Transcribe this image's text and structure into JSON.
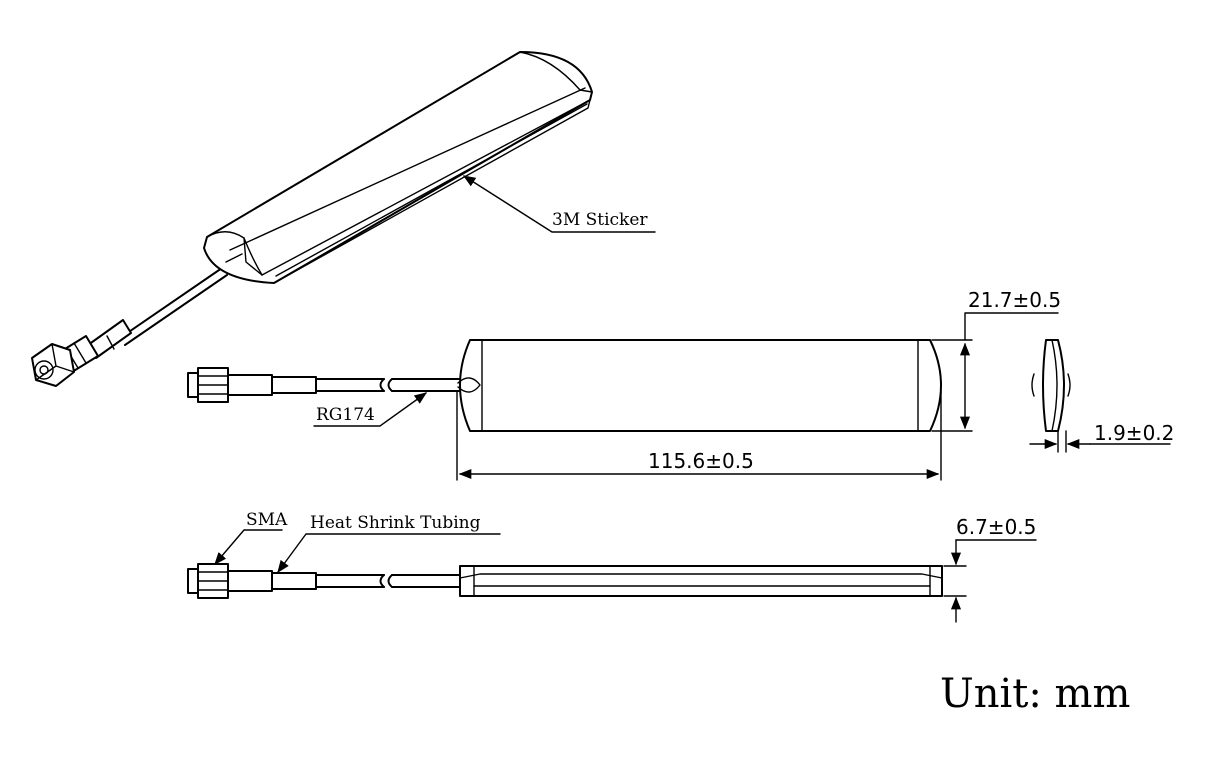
{
  "labels": {
    "sticker": "3M Sticker",
    "cable": "RG174",
    "connector": "SMA",
    "tubing": "Heat Shrink Tubing"
  },
  "dimensions": {
    "width": "21.7±0.5",
    "length": "115.6±0.5",
    "thickness": "1.9±0.2",
    "height": "6.7±0.5"
  },
  "unit_note": "Unit: mm"
}
